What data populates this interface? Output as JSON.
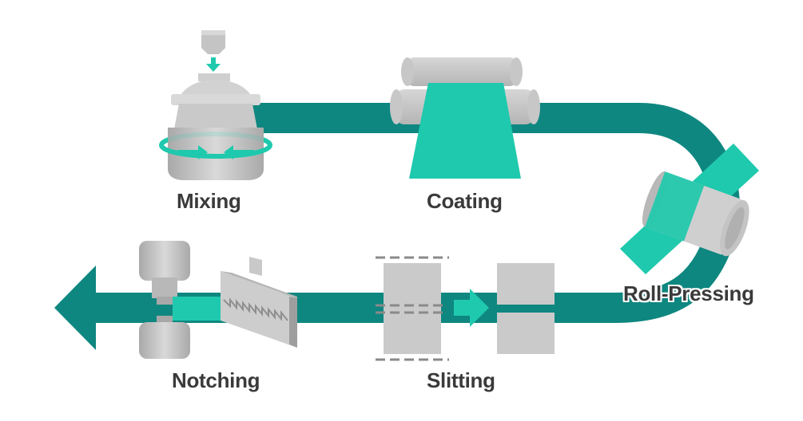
{
  "steps": {
    "mixing": "Mixing",
    "coating": "Coating",
    "roll_pressing": "Roll-Pressing",
    "slitting": "Slitting",
    "notching": "Notching"
  },
  "colors": {
    "belt": "#0e8780",
    "accent": "#1fc9ad",
    "machine_light": "#d8d8d8",
    "machine_mid": "#bdbdbd",
    "machine_dark": "#9e9e9e",
    "label": "#3a3a3a"
  }
}
